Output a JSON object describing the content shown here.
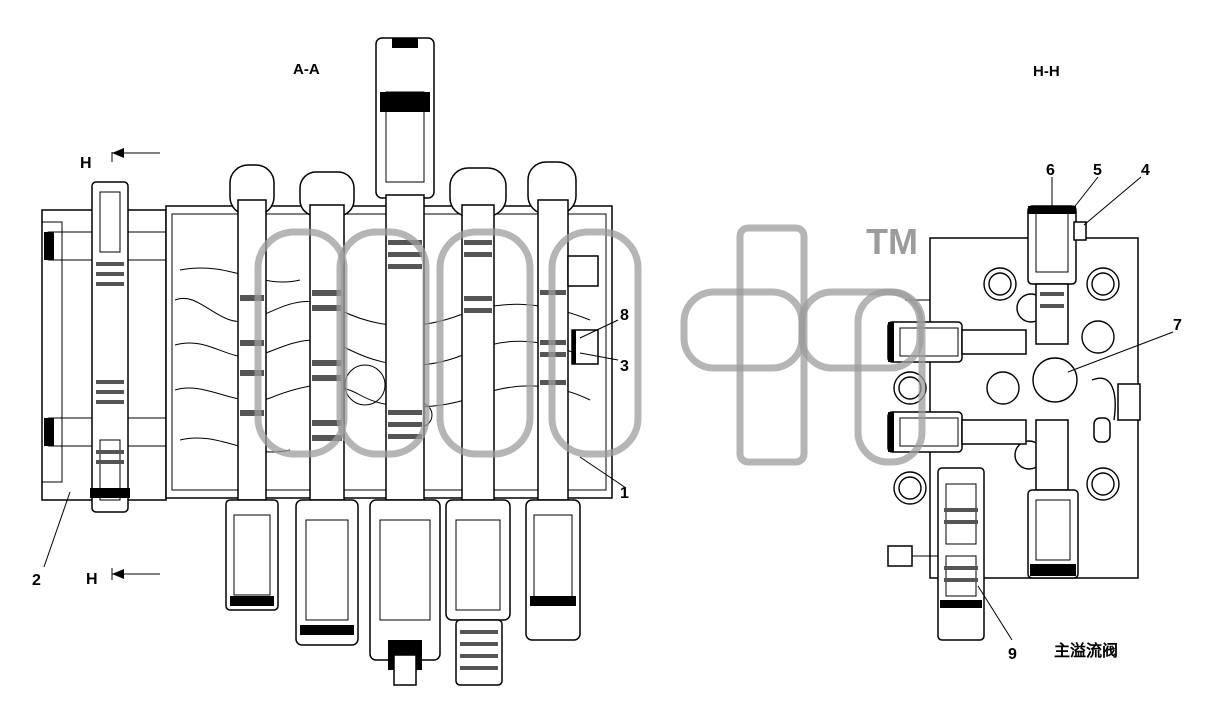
{
  "views": {
    "section_a": "A-A",
    "section_h": "H-H"
  },
  "cut_marks": {
    "top": "H",
    "bottom": "H"
  },
  "callouts": [
    "1",
    "2",
    "3",
    "4",
    "5",
    "6",
    "7",
    "8",
    "9"
  ],
  "caption": "主溢流阀",
  "watermark": {
    "mark": "TM"
  }
}
